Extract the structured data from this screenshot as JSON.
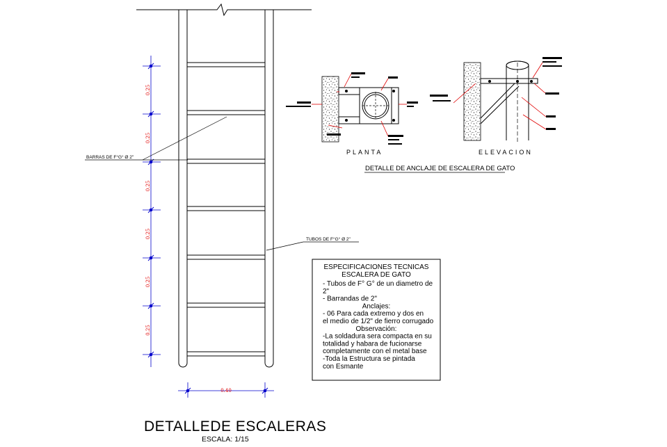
{
  "title": "DETALLEDE ESCALERAS",
  "scale": "ESCALA: 1/15",
  "labels": {
    "barras": "BARRAS DE F°G° Ø 2\"",
    "tubos": "TUBOS DE F°G° Ø 2\""
  },
  "dimensions": {
    "rung_spacing": [
      "0.25",
      "0.25",
      "0.25",
      "0.25",
      "0.25",
      "0.25"
    ],
    "width": "0.40"
  },
  "anchor_detail": {
    "title": "DETALLE DE ANCLAJE DE ESCALERA DE GATO",
    "plan_label": "PLANTA",
    "elevation_label": "ELEVACION"
  },
  "specs": {
    "heading_1": "ESPECIFICACIONES TECNICAS",
    "heading_2": "ESCALERA DE GATO",
    "lines": [
      "- Tubos de F° G° de un diametro de",
      "  2\"",
      "- Barrandas de 2\"",
      "Anclajes:",
      "- 06 Para cada extremo y dos en",
      "  el medio de 1/2\" de fierro corrugado",
      "Observación:",
      "-La soldadura sera compacta en su",
      "totalidad y habara de fucionarse",
      "completamente con el metal base",
      "-Toda la Estructura se pintada",
      "con Esmante"
    ]
  },
  "colors": {
    "dimension_line": "#0000cc",
    "dimension_text": "#e00000",
    "leader_red": "#e00000",
    "linework": "#000000"
  }
}
